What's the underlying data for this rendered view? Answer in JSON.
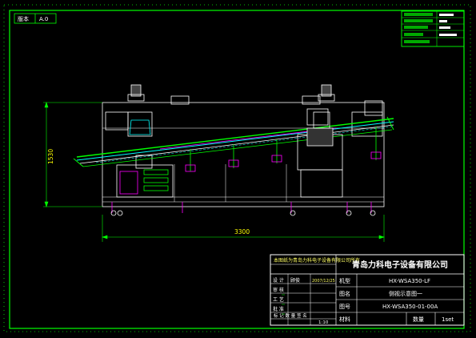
{
  "revision_box": {
    "label": "版本",
    "value": "A.0"
  },
  "dimensions": {
    "width": "3300",
    "height": "1530"
  },
  "title_block": {
    "company": "青岛力科电子设备有限公司",
    "note": "本图纸为青岛力科电子设备有限公司所有",
    "row_design": "设 计",
    "row_design_name": "顾俊",
    "row_design_date": "2007/12/25",
    "row_check": "审 核",
    "row_process": "工 艺",
    "row_approve": "批 准",
    "machine_label": "机型",
    "machine_value": "HX-WSA350-LF",
    "drawing_name_label": "图名",
    "drawing_name_value": "侧视示意图一",
    "drawing_no_label": "图号",
    "drawing_no_value": "HX-WSA350-01-00A",
    "material_label": "材料",
    "quantity_label": "数量",
    "quantity_value": "1set",
    "scale_value": "1:10",
    "count_labels": "标 记 数 量 签 名",
    "small_labels": "数量",
    "sheet_marks": [
      "",
      "",
      ""
    ]
  },
  "colors": {
    "border": "#00ff00",
    "machine": "#ffffff",
    "conveyor": "#00ff00",
    "accent": "#ff00ff",
    "cyan": "#00ffff",
    "dimension": "#ffff00"
  }
}
